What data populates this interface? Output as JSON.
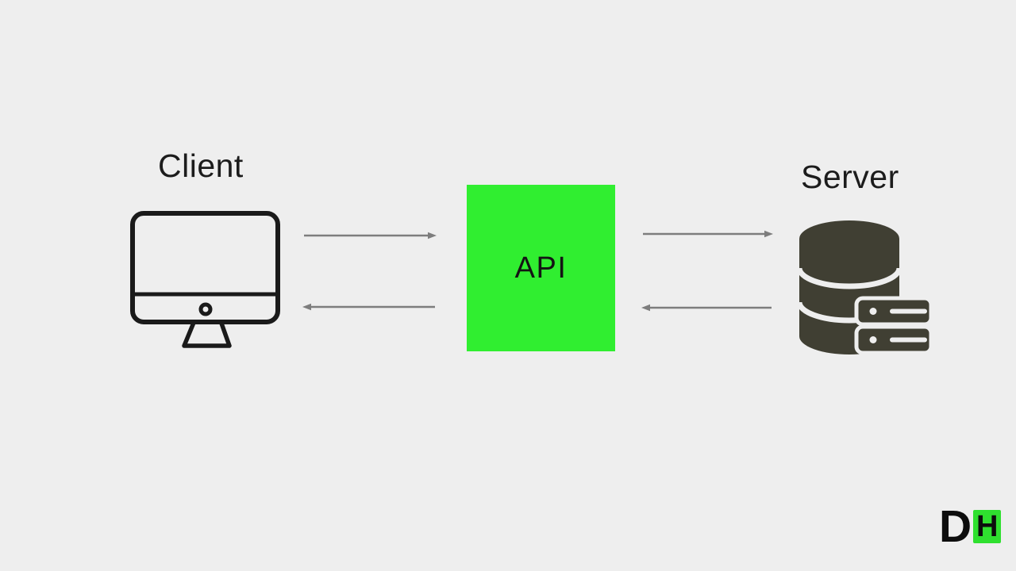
{
  "diagram": {
    "nodes": {
      "client": {
        "label": "Client",
        "icon": "desktop-computer-icon"
      },
      "api": {
        "label": "API"
      },
      "server": {
        "label": "Server",
        "icon": "database-server-icon"
      }
    },
    "arrows": [
      {
        "name": "client-to-api",
        "from": "client",
        "to": "api",
        "direction": "right"
      },
      {
        "name": "api-to-client",
        "from": "api",
        "to": "client",
        "direction": "left"
      },
      {
        "name": "api-to-server",
        "from": "api",
        "to": "server",
        "direction": "right"
      },
      {
        "name": "server-to-api",
        "from": "server",
        "to": "api",
        "direction": "left"
      }
    ],
    "colors": {
      "background": "#eeeeee",
      "api_box_green": "#30ee30",
      "logo_green": "#2fe02f",
      "icon_dark_olive": "#403f33",
      "arrow_gray": "#7d7d7d",
      "outline_dark": "#1a1a1a",
      "text_dark": "#1c1c1c"
    }
  },
  "logo": {
    "letter_d": "D",
    "letter_h": "H"
  }
}
